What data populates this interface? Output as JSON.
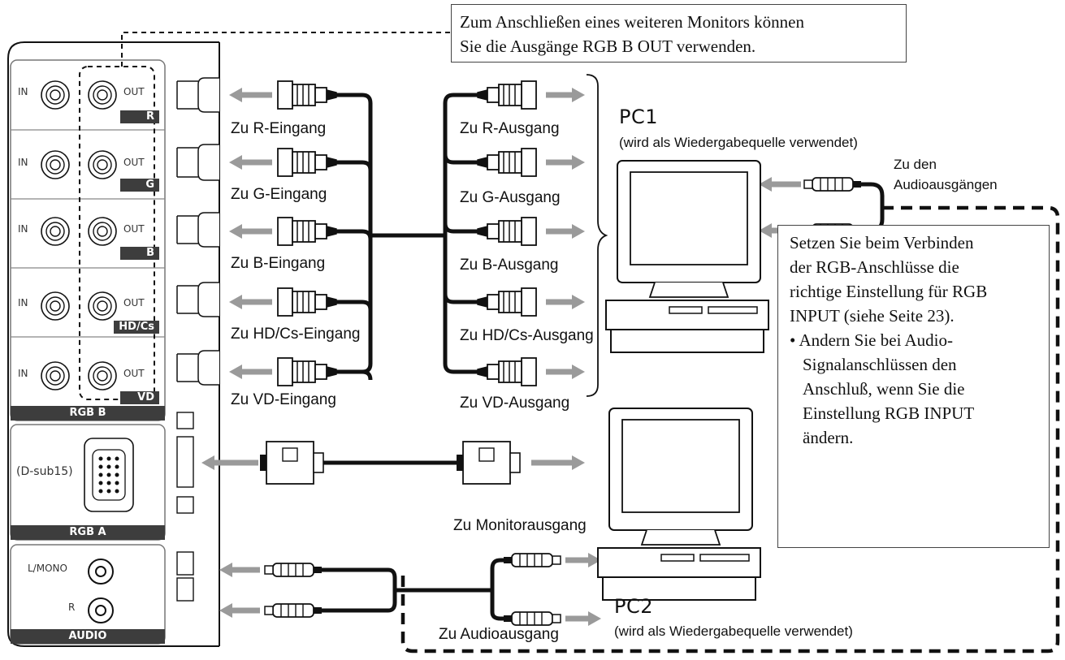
{
  "panel": {
    "rgb_b": {
      "title": "RGB B",
      "in_label": "IN",
      "out_label": "OUT",
      "channels": [
        "R",
        "G",
        "B",
        "HD/Cs",
        "VD"
      ]
    },
    "rgb_a": {
      "title": "RGB A",
      "connector": "(D-sub15)"
    },
    "audio": {
      "title": "AUDIO",
      "left": "L/MONO",
      "right": "R"
    }
  },
  "input_labels": [
    "Zu R-Eingang",
    "Zu G-Eingang",
    "Zu B-Eingang",
    "Zu HD/Cs-Eingang",
    "Zu VD-Eingang"
  ],
  "output_labels": [
    "Zu R-Ausgang",
    "Zu G-Ausgang",
    "Zu B-Ausgang",
    "Zu HD/Cs-Ausgang",
    "Zu VD-Ausgang"
  ],
  "monitor_out_label": "Zu Monitorausgang",
  "audio_out_label": "Zu Audioausgang",
  "audio_outs_label": {
    "line1": "Zu den",
    "line2": "Audioausgängen"
  },
  "pc1": {
    "name": "PC1",
    "caption": "(wird als Wiedergabequelle verwendet)"
  },
  "pc2": {
    "name": "PC2",
    "caption": "(wird als Wiedergabequelle verwendet)"
  },
  "top_note": {
    "line1": "Zum Anschließen eines weiteren Monitors können",
    "line2": "Sie die Ausgänge RGB B OUT verwenden."
  },
  "side_note": {
    "lines": [
      "Setzen Sie beim Verbinden",
      "der RGB-Anschlüsse die",
      "richtige Einstellung für RGB",
      "INPUT (siehe Seite 23).",
      "• Andern Sie bei Audio-",
      "  Signalanschlüssen den",
      "  Anschluß, wenn Sie die",
      "  Einstellung RGB INPUT",
      "  ändern."
    ]
  },
  "colors": {
    "line": "#111111",
    "arrow": "#9a9a9a",
    "panel_bar": "#3d3d3d"
  }
}
